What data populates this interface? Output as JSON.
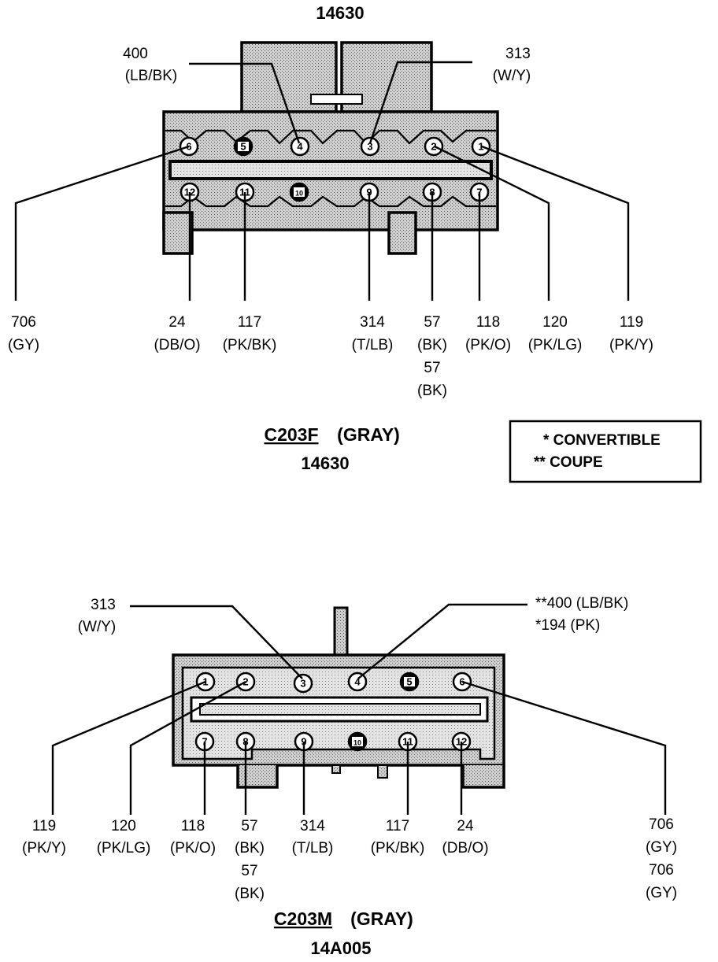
{
  "top_part_number": "14630",
  "legend": {
    "convertible": "* CONVERTIBLE",
    "coupe": "** COUPE"
  },
  "colors": {
    "ink": "#000000",
    "shade": "#c8c8c8",
    "paper": "#ffffff"
  },
  "c203f": {
    "name": "C203F",
    "color_label": "(GRAY)",
    "part_number": "14630",
    "pins_top_row": [
      {
        "n": "6",
        "filled": false
      },
      {
        "n": "5",
        "filled": true
      },
      {
        "n": "4",
        "filled": false
      },
      {
        "n": "3",
        "filled": false
      },
      {
        "n": "2",
        "filled": false
      },
      {
        "n": "1",
        "filled": false
      }
    ],
    "pins_bottom_row": [
      {
        "n": "12",
        "filled": false
      },
      {
        "n": "11",
        "filled": false
      },
      {
        "n": "10",
        "filled": true
      },
      {
        "n": "9",
        "filled": false
      },
      {
        "n": "8",
        "filled": false
      },
      {
        "n": "7",
        "filled": false
      }
    ],
    "top_wires": [
      {
        "circuit": "400",
        "color": "(LB/BK)"
      },
      {
        "circuit": "313",
        "color": "(W/Y)"
      }
    ],
    "bottom_wires": [
      {
        "circuit": "706",
        "color": "(GY)"
      },
      {
        "circuit": "24",
        "color": "(DB/O)"
      },
      {
        "circuit": "117",
        "color": "(PK/BK)"
      },
      {
        "circuit": "314",
        "color": "(T/LB)"
      },
      {
        "circuit": "57",
        "color": "(BK)",
        "circuit2": "57",
        "color2": "(BK)"
      },
      {
        "circuit": "118",
        "color": "(PK/O)"
      },
      {
        "circuit": "120",
        "color": "(PK/LG)"
      },
      {
        "circuit": "119",
        "color": "(PK/Y)"
      }
    ]
  },
  "c203m": {
    "name": "C203M",
    "color_label": "(GRAY)",
    "part_number": "14A005",
    "pins_top_row": [
      {
        "n": "1",
        "filled": false
      },
      {
        "n": "2",
        "filled": false
      },
      {
        "n": "3",
        "filled": false
      },
      {
        "n": "4",
        "filled": false
      },
      {
        "n": "5",
        "filled": true
      },
      {
        "n": "6",
        "filled": false
      }
    ],
    "pins_bottom_row": [
      {
        "n": "7",
        "filled": false
      },
      {
        "n": "8",
        "filled": false
      },
      {
        "n": "9",
        "filled": false
      },
      {
        "n": "10",
        "filled": true
      },
      {
        "n": "11",
        "filled": false
      },
      {
        "n": "12",
        "filled": false
      }
    ],
    "top_wires": [
      {
        "circuit": "313",
        "color": "(W/Y)"
      },
      {
        "label1": "**400 (LB/BK)",
        "label2": "*194 (PK)"
      }
    ],
    "bottom_wires": [
      {
        "circuit": "119",
        "color": "(PK/Y)"
      },
      {
        "circuit": "120",
        "color": "(PK/LG)"
      },
      {
        "circuit": "118",
        "color": "(PK/O)"
      },
      {
        "circuit": "57",
        "color": "(BK)",
        "circuit2": "57",
        "color2": "(BK)"
      },
      {
        "circuit": "314",
        "color": "(T/LB)"
      },
      {
        "circuit": "117",
        "color": "(PK/BK)"
      },
      {
        "circuit": "24",
        "color": "(DB/O)"
      },
      {
        "circuit": "706",
        "color": "(GY)",
        "circuit2": "706",
        "color2": "(GY)"
      }
    ]
  }
}
